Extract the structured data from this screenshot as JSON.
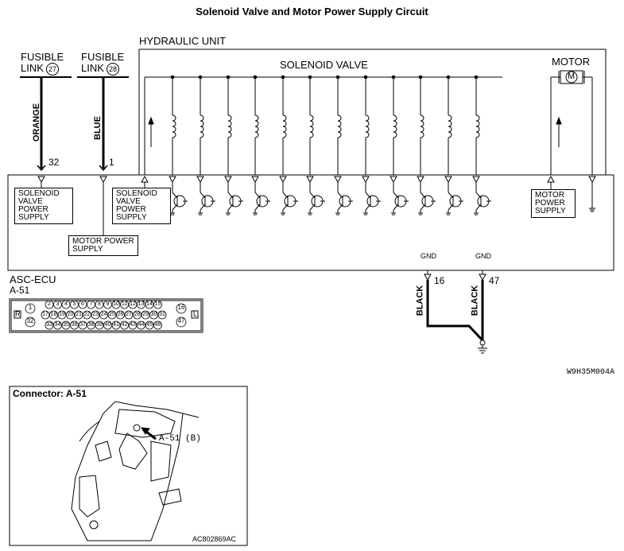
{
  "title": "Solenoid Valve and Motor Power Supply Circuit",
  "hydraulic_unit": "HYDRAULIC UNIT",
  "solenoid_valve": "SOLENOID VALVE",
  "motor": "MOTOR",
  "motor_symbol": "M",
  "fusible_link_1": {
    "line1": "FUSIBLE",
    "line2": "LINK",
    "num": "27",
    "wire": "ORANGE",
    "pin": "32"
  },
  "fusible_link_2": {
    "line1": "FUSIBLE",
    "line2": "LINK",
    "num": "28",
    "wire": "BLUE",
    "pin": "1"
  },
  "box_solenoid_left": [
    "SOLENOID",
    "VALVE",
    "POWER",
    "SUPPLY"
  ],
  "box_solenoid_mid": [
    "SOLENOID",
    "VALVE",
    "POWER",
    "SUPPLY"
  ],
  "box_motor_power_supply": [
    "MOTOR POWER",
    "SUPPLY"
  ],
  "box_motor_right": [
    "MOTOR",
    "POWER",
    "SUPPLY"
  ],
  "ecu_label": "ASC-ECU",
  "ecu_connector": "A-51",
  "gnd_1": {
    "label": "GND",
    "pin": "16",
    "wire": "BLACK"
  },
  "gnd_2": {
    "label": "GND",
    "pin": "47",
    "wire": "BLACK"
  },
  "connector_pins": {
    "left_r": "R",
    "right_l": "L",
    "left_col": [
      "1",
      "32"
    ],
    "right_col": [
      "16",
      "47"
    ],
    "row1": [
      "2",
      "3",
      "4",
      "5",
      "6",
      "7",
      "8",
      "9",
      "10",
      "11",
      "12",
      "13",
      "14",
      "15"
    ],
    "row2": [
      "17",
      "18",
      "19",
      "20",
      "21",
      "22",
      "23",
      "24",
      "25",
      "26",
      "27",
      "28",
      "29",
      "30",
      "31"
    ],
    "row3": [
      "33",
      "34",
      "35",
      "36",
      "37",
      "38",
      "39",
      "40",
      "41",
      "42",
      "43",
      "44",
      "45",
      "46"
    ]
  },
  "diagram_code": "W9H35M004A",
  "connector_box_title": "Connector: A-51",
  "connector_callout": "A-51 (B)",
  "photo_code": "AC802869AC"
}
